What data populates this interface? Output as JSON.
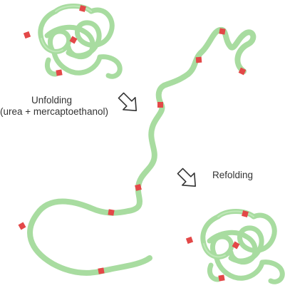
{
  "labels": {
    "unfolding": "Unfolding",
    "unfolding_condition": "(urea + mercaptoethanol)",
    "refolding": "Refolding"
  },
  "colors": {
    "chain": "#a8dca0",
    "chain_highlight": "#c6ebc0",
    "disulfide": "#e34848",
    "arrow_fill": "#ffffff",
    "arrow_stroke": "#333333",
    "text": "#333333"
  },
  "icons": {
    "native_protein": "folded-protein-icon",
    "unfolded_chain": "random-coil-chain",
    "refolded_protein": "folded-protein-icon",
    "arrow": "hollow-arrow-icon"
  }
}
